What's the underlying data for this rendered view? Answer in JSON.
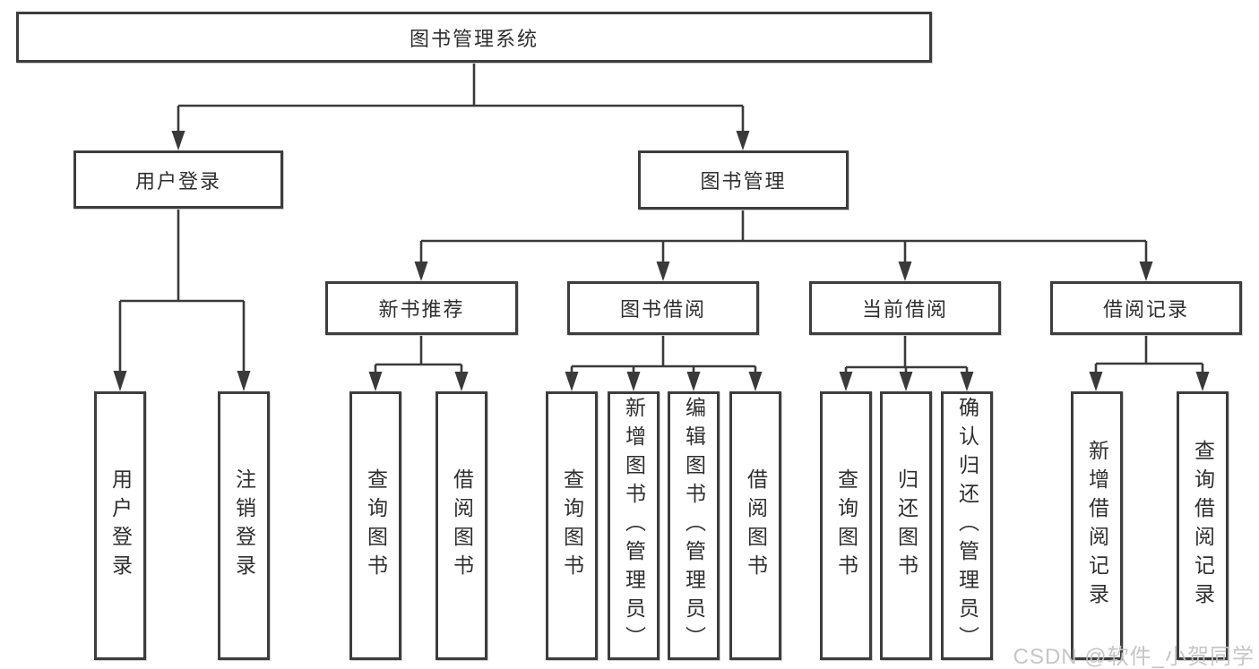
{
  "diagram": {
    "type": "org-tree",
    "title": "图书管理系统",
    "watermark": "CSDN @软件_小贺同学",
    "colors": {
      "background": "#ffffff",
      "border": "#3d3d3d",
      "line": "#3a3a3a",
      "text": "#2f2f2f",
      "watermark": "#c3c3c3"
    }
  },
  "nodes": {
    "root": "图书管理系统",
    "user_login": "用户登录",
    "book_management": "图书管理",
    "new_book_recommend": "新书推荐",
    "book_borrowing": "图书借阅",
    "current_borrowing": "当前借阅",
    "borrowing_records": "借阅记录",
    "leaf_user_login": "用户登录",
    "leaf_logout": "注销登录",
    "leaf_nb_query_books": "查询图书",
    "leaf_nb_borrow_books": "借阅图书",
    "leaf_bb_query_books": "查询图书",
    "leaf_bb_add_books": "新增图书（管理员）",
    "leaf_bb_edit_books": "编辑图书（管理员）",
    "leaf_bb_borrow_books": "借阅图书",
    "leaf_cb_query_books": "查询图书",
    "leaf_cb_return_books": "归还图书",
    "leaf_cb_confirm_return": "确认归还（管理员）",
    "leaf_br_add_record": "新增借阅记录",
    "leaf_br_query_record": "查询借阅记录"
  },
  "hierarchy": {
    "图书管理系统": [
      "用户登录",
      "图书管理"
    ],
    "用户登录": [
      "用户登录",
      "注销登录"
    ],
    "图书管理": [
      "新书推荐",
      "图书借阅",
      "当前借阅",
      "借阅记录"
    ],
    "新书推荐": [
      "查询图书",
      "借阅图书"
    ],
    "图书借阅": [
      "查询图书",
      "新增图书（管理员）",
      "编辑图书（管理员）",
      "借阅图书"
    ],
    "当前借阅": [
      "查询图书",
      "归还图书",
      "确认归还（管理员）"
    ],
    "借阅记录": [
      "新增借阅记录",
      "查询借阅记录"
    ]
  }
}
